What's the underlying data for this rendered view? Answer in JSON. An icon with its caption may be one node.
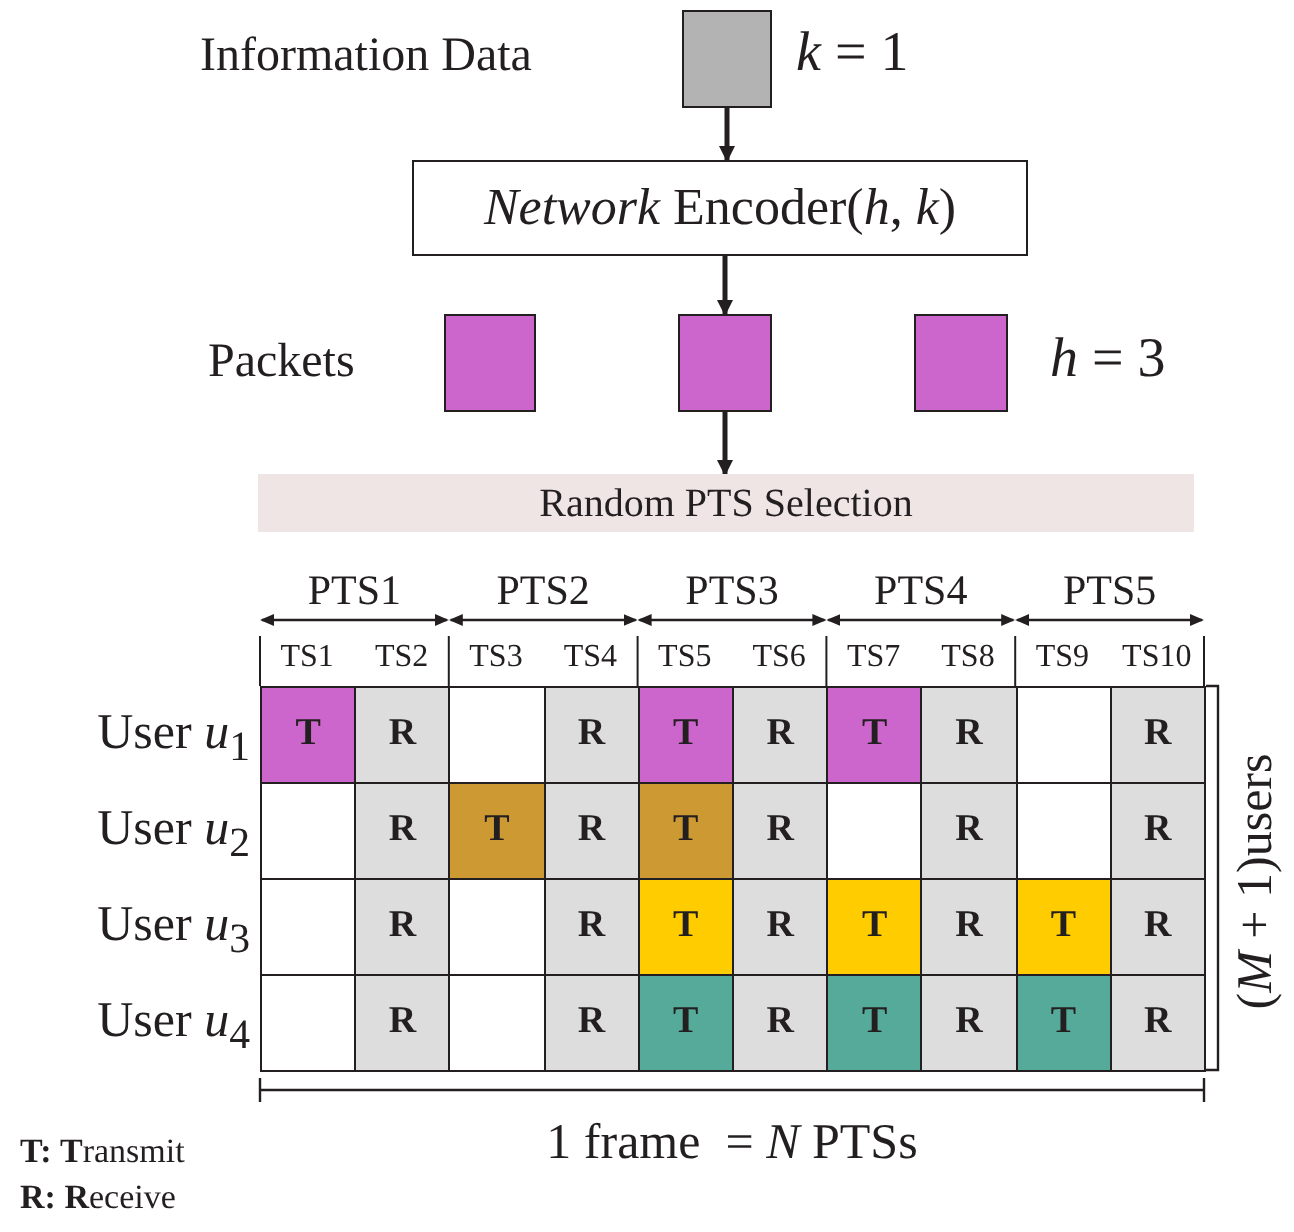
{
  "diagram": {
    "nodes": [
      {
        "text": [],
        "shape": "box"
      },
      {
        "text": [
          "*Network* Encoder(*h*, *k*)"
        ]
      },
      {
        "text": [],
        "shape": "box"
      },
      {
        "text": [],
        "shape": "box"
      },
      {
        "text": [],
        "shape": "box"
      },
      {
        "text": [
          "Random PTS Selection"
        ]
      }
    ],
    "edges": [
      {
        "from": 0,
        "to": 1,
        "arrow": "to"
      },
      {
        "from": 1,
        "to": 3,
        "arrow": "to"
      },
      {
        "from": 3,
        "to": 5,
        "arrow": "to"
      }
    ],
    "labels": [
      "Information Data",
      "*k* = 1",
      "Packets",
      "*h* = 3",
      "PTS1",
      "PTS2",
      "PTS3",
      "PTS4",
      "PTS5",
      "TS1",
      "TS2",
      "TS3",
      "TS4",
      "TS5",
      "TS6",
      "TS7",
      "TS8",
      "TS9",
      "TS10",
      "User *u*$_{1}$",
      "T",
      "R",
      "R",
      "T",
      "R",
      "T",
      "R",
      "R",
      "User *u*$_{2}$",
      "R",
      "T",
      "R",
      "T",
      "R",
      "R",
      "R",
      "User *u*$_{3}$",
      "R",
      "R",
      "T",
      "R",
      "T",
      "R",
      "T",
      "R",
      "User *u*$_{4}$",
      "R",
      "R",
      "T",
      "R",
      "T",
      "R",
      "T",
      "R",
      "(*M* + 1)users",
      "1 frame  = *N* PTSs",
      "**T:** **T**ransmit",
      "**R:** **R**eceive"
    ]
  }
}
